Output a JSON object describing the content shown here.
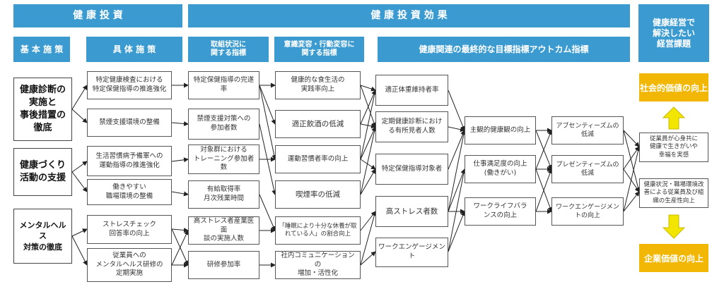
{
  "headers": {
    "kenko_toshi": "健 康 投 資",
    "kenko_toshi_koka": "健 康 投 資 効 果",
    "kadai": "健康経営で\n解決したい\n経営課題"
  },
  "subheaders": {
    "kihon": "基 本 施 策",
    "gutai": "具 体 施 策",
    "torikumi": "取組状況に\n関する指標",
    "ishiki": "意識変容・行動変容に\n関する指標",
    "saishu": "健康関連の最終的な目標指標アウトカム指標"
  },
  "col1": [
    "健康診断の\n実施と\n事後措置の\n徹底",
    "健康づくり\n活動の支援",
    "メンタルヘルス\n対策の徹底"
  ],
  "col2": [
    "特定健康検査における\n特定保健指導の推進強化",
    "禁煙支援環境の整備",
    "生活習慣病予備軍への\n運動指導の推進強化",
    "働きやすい\n職場環境の整備",
    "ストレスチェック\n回答率の向上",
    "従業員への\nメンタルヘルス研修の\n定期実施"
  ],
  "col3": [
    "特定保健指導の完遂率",
    "禁煙支援対策への\n参加者数",
    "対象群における\nトレーニング参加者数",
    "有給取得率\n月次残業時間",
    "高ストレス者産業医面\n談の実施人数",
    "研修参加率"
  ],
  "col4": [
    "健康的な食生活の\n実践率向上",
    "適正飲酒の低減",
    "運動習慣者率の向上",
    "喫煙率の低減",
    "「睡眠により十分な休養が取\nれている人」の割合向上",
    "社内コミュニケーションの\n増加・活性化"
  ],
  "col5": [
    "適正体重維持者率",
    "定期健康診断におけ\nる有所見者人数",
    "特定保健指導対象者",
    "高ストレス者数",
    "ワークエンゲージメント"
  ],
  "col6": [
    "主観的健康観の向上",
    "仕事満足度の向上\n(働きがい)",
    "ワークライフバラ\nンスの向上"
  ],
  "col7": [
    "アブセンティーズムの\n低減",
    "プレゼンティーズムの\n低減",
    "ワークエンゲージメン\nトの向上"
  ],
  "col8": [
    "従業員が心身共に\n健康で生きがいや\n幸福を実感",
    "健康状況・職場環境改\n善による従業員及び組\n織の生産性向上"
  ],
  "outcomes": {
    "social": "社会的価値の向上",
    "corporate": "企業価値の向上"
  },
  "colors": {
    "header": "#3b9bd1",
    "gold": "#f2b705"
  }
}
